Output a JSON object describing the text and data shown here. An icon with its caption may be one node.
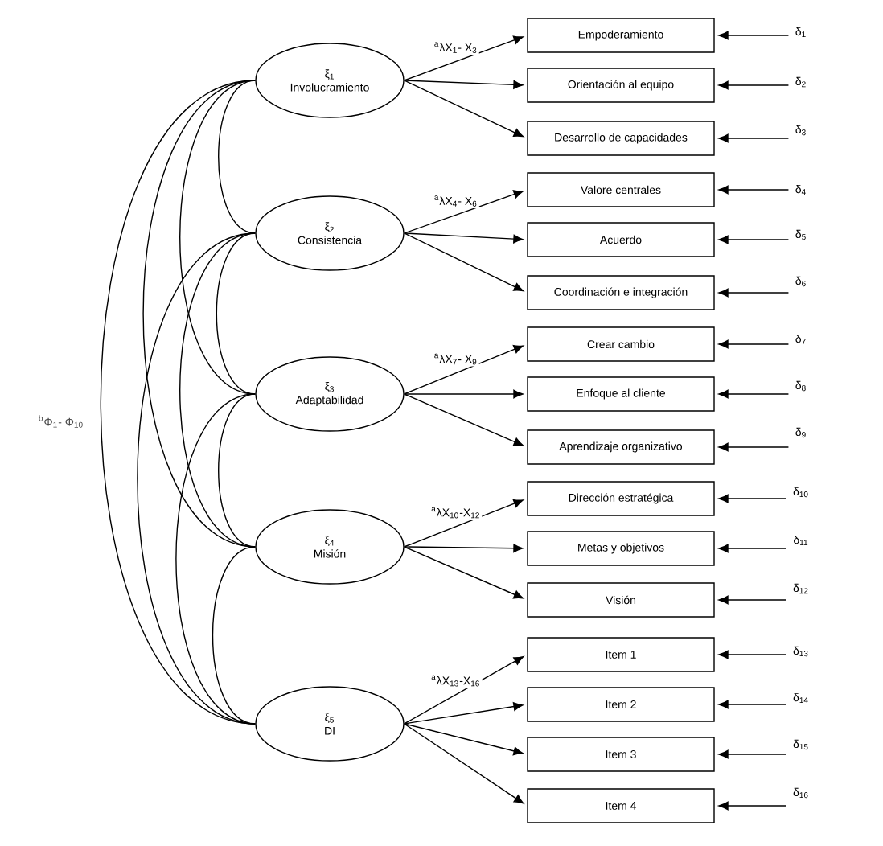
{
  "diagram": {
    "nodes": [
      {
        "text": [
          "ξ$_{1}$",
          "Involucramiento"
        ]
      },
      {
        "text": [
          "ξ$_{2}$",
          "Consistencia"
        ]
      },
      {
        "text": [
          "ξ$_{3}$",
          "Adaptabilidad"
        ]
      },
      {
        "text": [
          "ξ$_{4}$",
          "Misión"
        ]
      },
      {
        "text": [
          "ξ$_{5}$",
          "DI"
        ]
      },
      {
        "text": [
          "Empoderamiento"
        ]
      },
      {
        "text": [
          "Orientación al equipo"
        ]
      },
      {
        "text": [
          "Desarrollo de capacidades"
        ]
      },
      {
        "text": [
          "Valore centrales"
        ]
      },
      {
        "text": [
          "Acuerdo"
        ]
      },
      {
        "text": [
          "Coordinación e integración"
        ]
      },
      {
        "text": [
          "Crear cambio"
        ]
      },
      {
        "text": [
          "Enfoque al cliente"
        ]
      },
      {
        "text": [
          "Aprendizaje organizativo"
        ]
      },
      {
        "text": [
          "Dirección estratégica"
        ]
      },
      {
        "text": [
          "Metas y objetivos"
        ]
      },
      {
        "text": [
          "Visión"
        ]
      },
      {
        "text": [
          "Item 1"
        ]
      },
      {
        "text": [
          "Item 2"
        ]
      },
      {
        "text": [
          "Item 3"
        ]
      },
      {
        "text": [
          "Item 4"
        ]
      },
      {
        "text": [
          "δ$_{1}$"
        ]
      },
      {
        "text": [
          "δ$_{2}$"
        ]
      },
      {
        "text": [
          "δ$_{3}$"
        ]
      },
      {
        "text": [
          "δ$_{4}$"
        ]
      },
      {
        "text": [
          "δ$_{5}$"
        ]
      },
      {
        "text": [
          "δ$_{6}$"
        ]
      },
      {
        "text": [
          "δ$_{7}$"
        ]
      },
      {
        "text": [
          "δ$_{8}$"
        ]
      },
      {
        "text": [
          "δ$_{9}$"
        ]
      },
      {
        "text": [
          "δ$_{10}$"
        ]
      },
      {
        "text": [
          "δ$_{11}$"
        ]
      },
      {
        "text": [
          "δ$_{12}$"
        ]
      },
      {
        "text": [
          "δ$_{13}$"
        ]
      },
      {
        "text": [
          "δ$_{14}$"
        ]
      },
      {
        "text": [
          "δ$_{15}$"
        ]
      },
      {
        "text": [
          "δ$_{16}$"
        ]
      }
    ],
    "edges": [
      {
        "from": 0,
        "to": 5,
        "arrow": "to",
        "label": "$^{a}$λX$_{1}$- X$_{3}$"
      },
      {
        "from": 0,
        "to": 6,
        "arrow": "to"
      },
      {
        "from": 0,
        "to": 7,
        "arrow": "to"
      },
      {
        "from": 1,
        "to": 8,
        "arrow": "to",
        "label": "$^{a}$λX$_{4}$- X$_{6}$"
      },
      {
        "from": 1,
        "to": 9,
        "arrow": "to"
      },
      {
        "from": 1,
        "to": 10,
        "arrow": "to"
      },
      {
        "from": 2,
        "to": 11,
        "arrow": "to",
        "label": "$^{a}$λX$_{7}$- X$_{9}$"
      },
      {
        "from": 2,
        "to": 12,
        "arrow": "to"
      },
      {
        "from": 2,
        "to": 13,
        "arrow": "to"
      },
      {
        "from": 3,
        "to": 14,
        "arrow": "to",
        "label": "$^{a}$λX$_{10}$-X$_{12}$"
      },
      {
        "from": 3,
        "to": 15,
        "arrow": "to"
      },
      {
        "from": 3,
        "to": 16,
        "arrow": "to"
      },
      {
        "from": 4,
        "to": 17,
        "arrow": "to",
        "label": "$^{a}$λX$_{13}$-X$_{16}$"
      },
      {
        "from": 4,
        "to": 18,
        "arrow": "to"
      },
      {
        "from": 4,
        "to": 19,
        "arrow": "to"
      },
      {
        "from": 4,
        "to": 20,
        "arrow": "to"
      },
      {
        "from": 21,
        "to": 5,
        "arrow": "to"
      },
      {
        "from": 22,
        "to": 6,
        "arrow": "to"
      },
      {
        "from": 23,
        "to": 7,
        "arrow": "to"
      },
      {
        "from": 24,
        "to": 8,
        "arrow": "to"
      },
      {
        "from": 25,
        "to": 9,
        "arrow": "to"
      },
      {
        "from": 26,
        "to": 10,
        "arrow": "to"
      },
      {
        "from": 27,
        "to": 11,
        "arrow": "to"
      },
      {
        "from": 28,
        "to": 12,
        "arrow": "to"
      },
      {
        "from": 29,
        "to": 13,
        "arrow": "to"
      },
      {
        "from": 30,
        "to": 14,
        "arrow": "to"
      },
      {
        "from": 31,
        "to": 15,
        "arrow": "to"
      },
      {
        "from": 32,
        "to": 16,
        "arrow": "to"
      },
      {
        "from": 33,
        "to": 17,
        "arrow": "to"
      },
      {
        "from": 34,
        "to": 18,
        "arrow": "to"
      },
      {
        "from": 35,
        "to": 19,
        "arrow": "to"
      },
      {
        "from": 36,
        "to": 20,
        "arrow": "to"
      },
      {
        "from": 0,
        "to": 1,
        "arrow": "none"
      },
      {
        "from": 0,
        "to": 2,
        "arrow": "none"
      },
      {
        "from": 0,
        "to": 3,
        "arrow": "none"
      },
      {
        "from": 0,
        "to": 4,
        "arrow": "none"
      },
      {
        "from": 1,
        "to": 2,
        "arrow": "none"
      },
      {
        "from": 1,
        "to": 3,
        "arrow": "none"
      },
      {
        "from": 1,
        "to": 4,
        "arrow": "none"
      },
      {
        "from": 2,
        "to": 3,
        "arrow": "none"
      },
      {
        "from": 2,
        "to": 4,
        "arrow": "none"
      },
      {
        "from": 3,
        "to": 4,
        "arrow": "none"
      }
    ],
    "labels": [
      "$^{b}$Φ$_{1}$- Φ$_{10}$"
    ]
  }
}
